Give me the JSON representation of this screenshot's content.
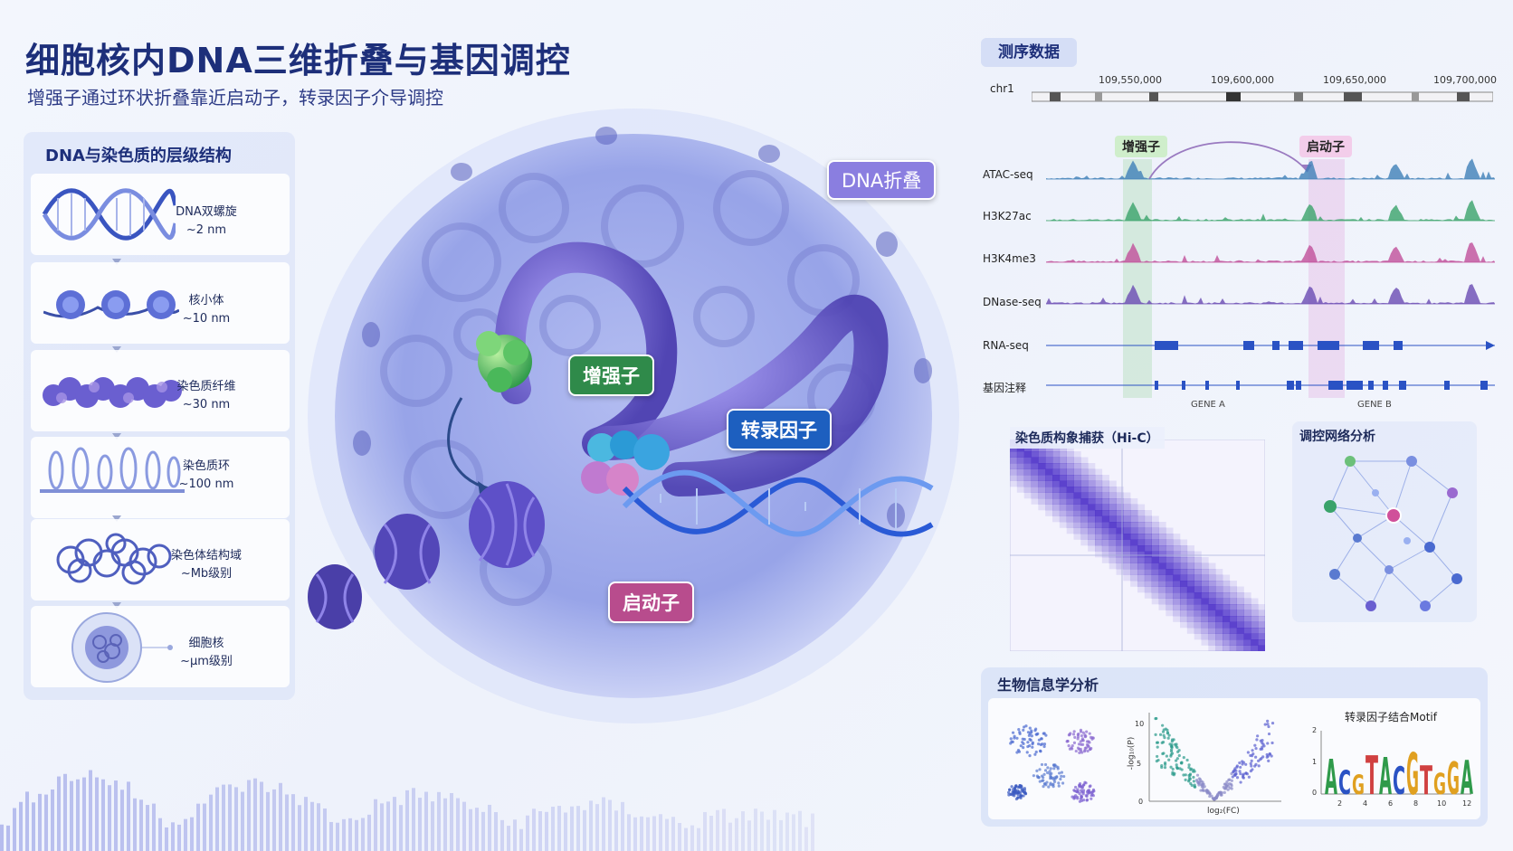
{
  "title": "细胞核内DNA三维折叠与基因调控",
  "subtitle": "增强子通过环状折叠靠近启动子，转录因子介导调控",
  "hierarchy": {
    "title": "DNA与染色质的层级结构",
    "items": [
      {
        "name": "DNA双螺旋",
        "size": "~2 nm"
      },
      {
        "name": "核小体",
        "size": "~10 nm"
      },
      {
        "name": "染色质纤维",
        "size": "~30 nm"
      },
      {
        "name": "染色质环",
        "size": "~100 nm"
      },
      {
        "name": "染色体结构域",
        "size": "~Mb级别"
      },
      {
        "name": "细胞核",
        "size": "~μm级别"
      }
    ]
  },
  "nucleus": {
    "labels": {
      "enhancer": "增强子",
      "tf": "转录因子",
      "promoter": "启动子",
      "dna_fold": "DNA折叠"
    }
  },
  "sequencing": {
    "title": "测序数据",
    "chromosome": "chr1",
    "coordinates": [
      "109,550,000",
      "109,600,000",
      "109,650,000",
      "109,700,000"
    ],
    "enhancer_tag": "增强子",
    "promoter_tag": "启动子",
    "tracks": [
      {
        "name": "ATAC-seq",
        "color": "#3f7fb8"
      },
      {
        "name": "H3K27ac",
        "color": "#3aa36a"
      },
      {
        "name": "H3K4me3",
        "color": "#c04f9a"
      },
      {
        "name": "DNase-seq",
        "color": "#6a4bb3"
      },
      {
        "name": "RNA-seq",
        "color": "#2a52c4"
      },
      {
        "name": "基因注释",
        "color": "#2a52c4"
      }
    ],
    "genes": [
      "GENE A",
      "GENE B"
    ]
  },
  "hic": {
    "title": "染色质构象捕获（Hi-C）"
  },
  "network": {
    "title": "调控网络分析"
  },
  "bioinformatics": {
    "title": "生物信息学分析",
    "volcano": {
      "xlabel": "log₂(FC)",
      "ylabel": "-log₁₀(P)",
      "yticks": [
        "10",
        "5",
        "0"
      ]
    },
    "motif": {
      "title": "转录因子结合Motif",
      "letters": [
        "A",
        "C",
        "G",
        "T",
        "A",
        "C",
        "G",
        "T",
        "G",
        "G",
        "A"
      ],
      "xticks": [
        "2",
        "4",
        "6",
        "8",
        "10",
        "12"
      ],
      "yticks": [
        "2",
        "1",
        "0"
      ]
    }
  },
  "colors": {
    "title": "#1d2f7a",
    "enhancer": "#2f8a4a",
    "tf": "#1d5fbf",
    "promoter": "#b84c8d",
    "chromatin": "#6a5fd0"
  }
}
